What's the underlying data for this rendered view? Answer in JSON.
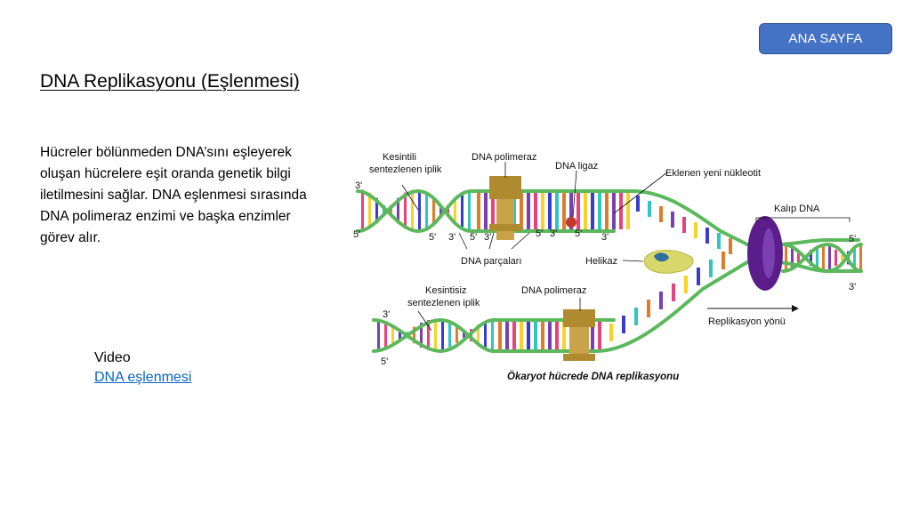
{
  "header": {
    "home_button_label": "ANA SAYFA"
  },
  "page": {
    "title": "DNA Replikasyonu (Eşlenmesi)",
    "body_lines": [
      "Hücreler bölünmeden DNA’sını eşleyerek",
      "oluşan hücrelere eşit oranda genetik bilgi",
      "iletilmesini sağlar. DNA eşlenmesi sırasında",
      "DNA polimeraz enzimi  ve başka enzimler",
      "görev alır."
    ]
  },
  "video": {
    "label": "Video",
    "link_text": "DNA eşlenmesi"
  },
  "figure": {
    "labels": {
      "kesintili_1": "Kesintili",
      "kesintili_2": "sentezlenen iplik",
      "dna_polimeraz_top": "DNA polimeraz",
      "dna_ligaz": "DNA ligaz",
      "eklenen": "Eklenen yeni nükleotit",
      "kalip_dna": "Kalıp DNA",
      "dna_parcalari": "DNA parçaları",
      "helikaz": "Helikaz",
      "kesintisiz_1": "Kesintisiz",
      "kesintisiz_2": "sentezlenen iplik",
      "dna_polimeraz_bottom": "DNA polimeraz",
      "replikasyon_yonu": "Replikasyon yönü",
      "caption": "Ökaryot hücrede DNA replikasyonu"
    },
    "strand_ends": {
      "top_left_3": "3'",
      "top_left_5": "5'",
      "frag_5a": "5'",
      "frag_3a": "3'",
      "frag_5b": "5'",
      "frag_3b": "3'",
      "frag_5c": "5'",
      "frag_3c": "3'",
      "frag_5d": "5'",
      "frag_3d": "3'",
      "right_5": "5'",
      "right_3": "3'",
      "bottom_left_3": "3'",
      "bottom_left_5": "5'"
    },
    "colors": {
      "backbone": "#5cb85c",
      "base_palette": [
        "#e8427a",
        "#f6d22a",
        "#3b3bd1",
        "#31c4c4",
        "#e07b2a",
        "#7a3fb0"
      ],
      "polymerase": "#b08a2e",
      "helicase_ring": "#5a1d8a",
      "helicase_enzyme": "#d8d86a",
      "ligase": "#c0392b"
    }
  }
}
